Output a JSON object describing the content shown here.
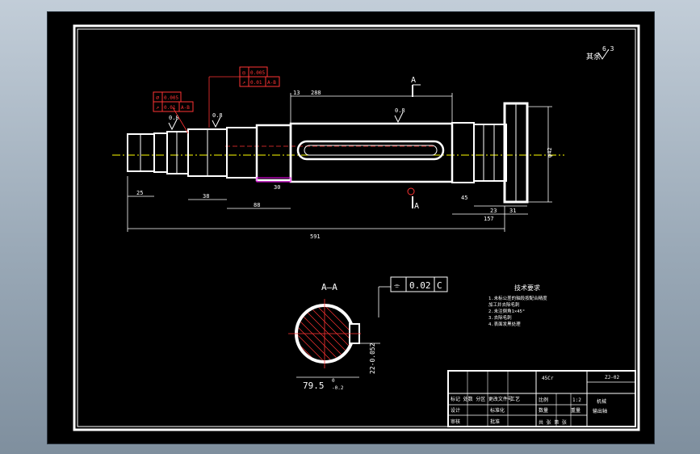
{
  "drawing": {
    "roughness_note": {
      "prefix": "其余",
      "value": "6.3"
    },
    "roughness_marks": [
      "0.8",
      "0.8",
      "0.8"
    ],
    "gdt_left": {
      "symbol": "⌀",
      "tol1": "0.005",
      "tol2": "0.01",
      "datum2": "A-B",
      "symbol2": "↗"
    },
    "gdt_top": {
      "symbol": "◎",
      "tol1": "0.005",
      "tol2": "0.01",
      "datum2": "A-B",
      "symbol2": "↗"
    },
    "section_marker": "A",
    "dims": {
      "d13": "13",
      "d288": "288",
      "d30": "30",
      "d45": "45",
      "d157": "157",
      "d23": "23",
      "d31": "31",
      "d591": "591",
      "d38": "38",
      "d88": "88",
      "d25": "25",
      "phi42": "φ42"
    },
    "section_view": {
      "title": "A—A",
      "tolerance": "0.02",
      "datum": "C",
      "symbol": "⌯",
      "dim_value": "79.5",
      "dim_upper": "0",
      "dim_lower": "-0.2",
      "side_dim": "22-0.052"
    },
    "tech_req": {
      "title": "技术要求",
      "items": [
        "1.未标公差的轴段按配合精度",
        "  加工并去除毛刺",
        "2.未注倒角1×45°",
        "3.去除毛刺",
        "4.表面发黑处理"
      ]
    },
    "title_block": {
      "material": "45Cr",
      "part_name": "输出轴",
      "scale_label": "比例",
      "scale": "1:2",
      "qty_label": "数量",
      "sheet": "共  张 第  张",
      "company": "机械",
      "drawing_no": "ZJ-02",
      "designer_label": "设计",
      "checker_label": "审核",
      "approve_label": "批准",
      "process_label": "工艺",
      "standard_label": "标准化",
      "weight_label": "重量",
      "note1": "标记 处数 分区 更改文件号",
      "note2": "设计",
      "note3": "审核"
    }
  }
}
